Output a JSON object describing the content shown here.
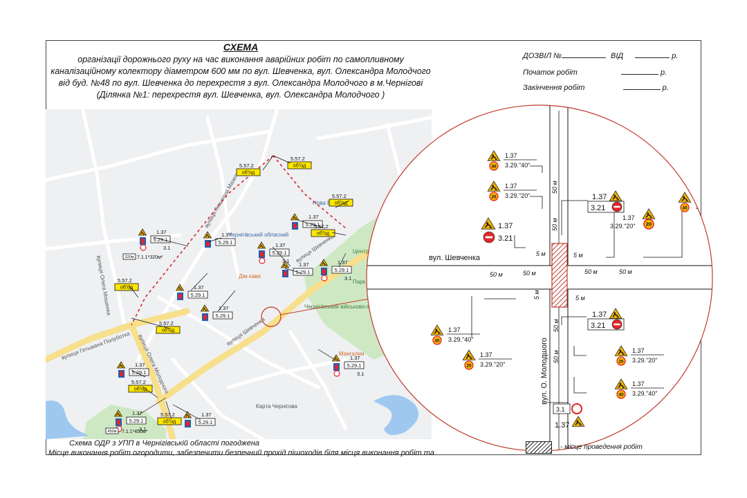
{
  "header": {
    "title": "СХЕМА",
    "subtitle_lines": [
      "організації дорожнього руху на час виконання аварійних робіт по самопливному",
      "каналізаційному колектору діаметром 600 мм по вул. Шевченка, вул. Олександра Молодчого",
      "від буд. №48 по вул. Шевченка до перехрестя з вул. Олександра Молодчого в м.Чернігові",
      "(Ділянка №1: перехрестя вул. Шевченка, вул. Олександра Молодчого )"
    ]
  },
  "permit": {
    "permit_label": "ДОЗВІЛ №",
    "from_label": "ВІД",
    "start_label": "Початок робіт",
    "end_label": "Закінчення робіт",
    "suffix": "р."
  },
  "footer": {
    "approval": "Схема ОДР з УПП в Чернігівській області погоджена",
    "note": "Місце виконання робіт огородити, забезпечити безпечний прохід пішоходів біля місця виконання робіт та"
  },
  "legend": {
    "work_site": "-        місце проведення робіт"
  },
  "map": {
    "street_labels": [
      "вулиця Гетьмана Полуботка",
      "вулиця Шевченка",
      "вулиця Шевченка",
      "вулиця Олега Молодчого",
      "вулиця Олега Мошенка",
      "вулиця Гетьмана Мазепи"
    ],
    "pois": [
      "Чернігівський обласний",
      "Дім кави",
      "Центральний парк культури і відпочинку",
      "Парк розваг",
      "Чернігівський військово-історичний",
      "Карта Чернігова",
      "Мангалии",
      "Нова Відділ"
    ],
    "sign_codes": [
      "1.37",
      "5.29.1",
      "5.29.2",
      "3.1",
      "5.57.2",
      "об'їзд",
      "7.1.1*320м*",
      "7.1.1*450м*",
      "320м",
      "450м"
    ],
    "colors": {
      "park": "#cfe8c4",
      "water": "#9fc8f0",
      "major_road": "#f7df8c",
      "minor_road": "#ffffff",
      "land": "#eef0f2",
      "sign_yellow": "#ffe700",
      "detour_arrow": "#d62828"
    }
  },
  "detail": {
    "street_shevchenka": "вул. Шевченка",
    "street_molodchoho": "вул. О. Молодшого",
    "dist_50": "50 м",
    "dist_5": "5 м",
    "signs": {
      "s137": "1.37",
      "s321": "3.21",
      "s31": "3.1",
      "s329_40": "3.29.\"40\"",
      "s329_20": "3.29.\"20\"",
      "n40": "40",
      "n20": "20"
    },
    "colors": {
      "circle": "#c0392b",
      "road_edge": "#111111",
      "sign_red": "#e3262a",
      "sign_yellow": "#f5b400"
    }
  }
}
